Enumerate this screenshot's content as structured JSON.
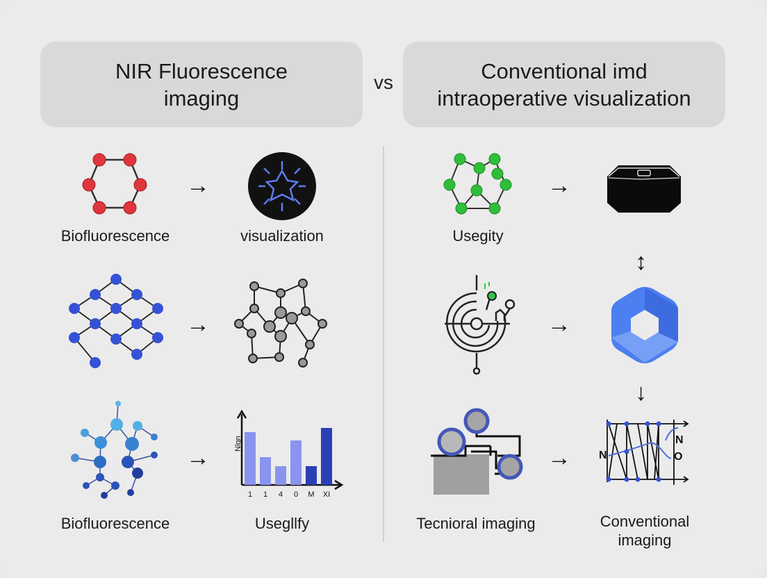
{
  "headers": {
    "left": "NIR Fluorescence imaging",
    "vs": "vs",
    "right": "Conventional imd intraoperative visualization"
  },
  "labels": {
    "l1": "Biofluorescence",
    "l2": "visualization",
    "l3": "Biofluorescence",
    "l4": "Usegllfy",
    "r1": "Usegity",
    "r2": "Tecnioral imaging",
    "r3": "Conventional imaging"
  },
  "arrows": {
    "right": "→",
    "updown": "↕",
    "down": "↓"
  },
  "small_chart": {
    "ylabel": "Nlgn",
    "ticks": [
      "1",
      "1",
      "4",
      "0",
      "M",
      "XI"
    ],
    "values": [
      0.76,
      0.4,
      0.27,
      0.64,
      0.27,
      0.82
    ],
    "colors": [
      "#8a94ee",
      "#8a94ee",
      "#8a94ee",
      "#8a94ee",
      "#2b3fb5",
      "#2b3fb5"
    ]
  },
  "plot_labels": {
    "n_left": "N",
    "n_right": "N",
    "o_right": "O"
  },
  "colors": {
    "red": "#e0353d",
    "green": "#2fbe3a",
    "blue": "#3552d6",
    "gray": "#999999",
    "black": "#111111"
  }
}
